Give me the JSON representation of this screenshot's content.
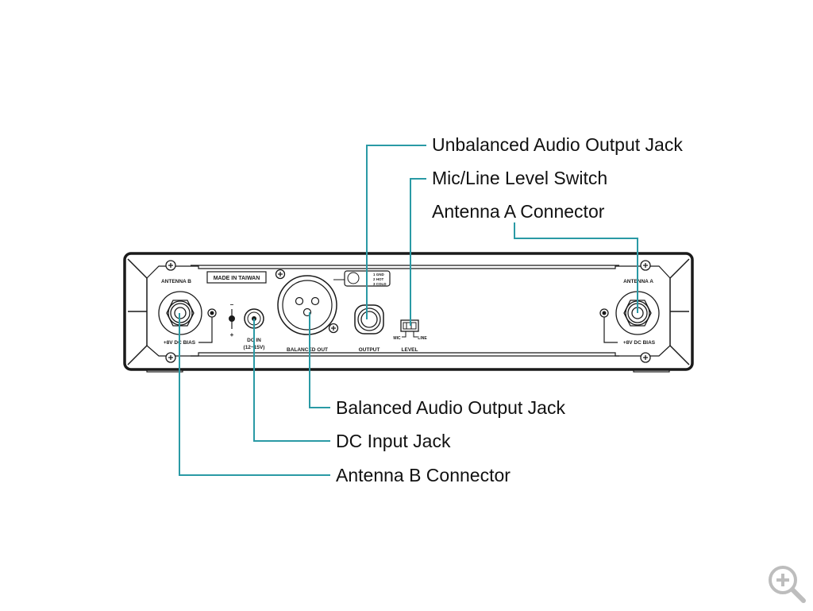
{
  "diagram": {
    "device": "Wireless receiver rear panel",
    "colors": {
      "callout_line": "#2a9aa5",
      "outline": "#1a1a1a",
      "background": "#ffffff",
      "zoom_icon": "#bdbdbd"
    },
    "panel_labels": {
      "antenna_b": "ANTENNA B",
      "antenna_a": "ANTENNA A",
      "bias_b": "+8V DC BIAS",
      "bias_a": "+8V DC BIAS",
      "made_in": "MADE IN TAIWAN",
      "dc_in": "DC IN",
      "dc_range": "(12~15V)",
      "polarity_minus": "–",
      "polarity_plus": "+",
      "balanced_out": "BALANCED OUT",
      "output": "OUTPUT",
      "level": "LEVEL",
      "mic": "MIC",
      "line": "LINE",
      "xlr_pin1": "1 GND",
      "xlr_pin2": "2 HOT",
      "xlr_pin3": "3 COLD"
    },
    "callouts": [
      {
        "id": "unbalanced",
        "label": "Unbalanced Audio Output Jack"
      },
      {
        "id": "level",
        "label": "Mic/Line Level Switch"
      },
      {
        "id": "antenna-a",
        "label": "Antenna A Connector"
      },
      {
        "id": "balanced",
        "label": "Balanced Audio Output Jack"
      },
      {
        "id": "dc",
        "label": "DC Input Jack"
      },
      {
        "id": "antenna-b",
        "label": "Antenna B Connector"
      }
    ]
  },
  "controls": {
    "zoom_icon": "zoom-in-icon"
  }
}
